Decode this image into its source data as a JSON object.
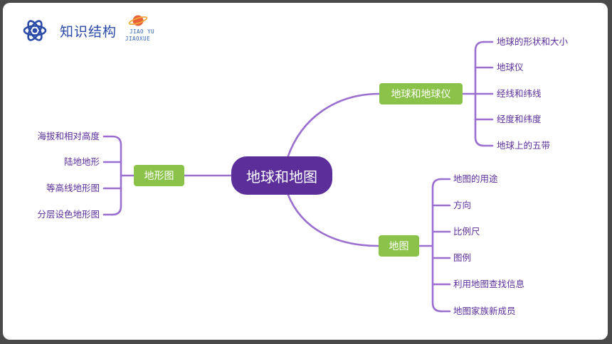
{
  "header": {
    "title": "知识结构",
    "brand_line1": "JIAO YU",
    "brand_line2": "JIAOXUE",
    "logo_icon": "atom-icon",
    "brand_icon": "planet-icon"
  },
  "colors": {
    "root_bg": "#5b2e9a",
    "branch_bg": "#8bc34a",
    "line": "#9b6fd0",
    "leaf_text": "#5b2e9a"
  },
  "mindmap": {
    "root": "地球和地图",
    "branches": [
      {
        "label": "地球和地球仪",
        "leaves": [
          "地球的形状和大小",
          "地球仪",
          "经线和纬线",
          "经度和纬度",
          "地球上的五带"
        ]
      },
      {
        "label": "地形图",
        "leaves": [
          "海拔和相对高度",
          "陆地地形",
          "等高线地形图",
          "分层设色地形图"
        ]
      },
      {
        "label": "地图",
        "leaves": [
          "地图的用途",
          "方向",
          "比例尺",
          "图例",
          "利用地图查找信息",
          "地图家族新成员"
        ]
      }
    ]
  }
}
